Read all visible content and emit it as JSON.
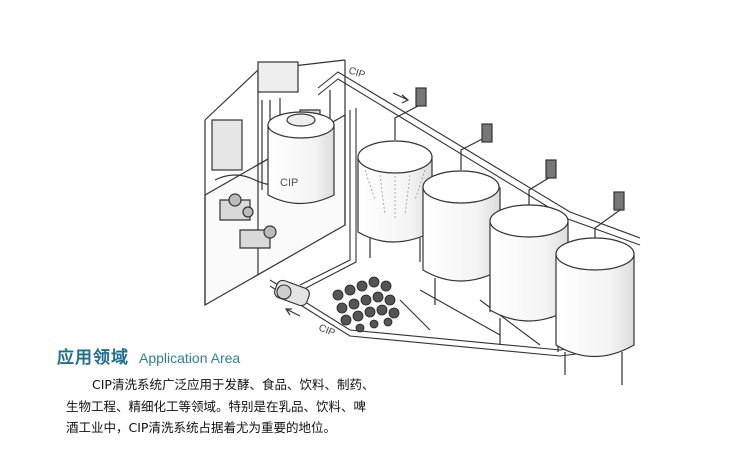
{
  "diagram": {
    "label_cip_pipe_top": "CIP",
    "label_cip_pipe_bottom": "CIP",
    "label_cip_tank": "CIP"
  },
  "section": {
    "title_zh": "应用领域",
    "title_en": "Application Area",
    "lines": [
      "CIP清洗系统广泛应用于发酵、食品、饮料、制药、",
      "生物工程、精细化工等领域。特别是在乳品、饮料、啤",
      "酒工业中，CIP清洗系统占据着尤为重要的地位。"
    ]
  },
  "colors": {
    "accent": "#1f6f90",
    "line": "#333333"
  }
}
